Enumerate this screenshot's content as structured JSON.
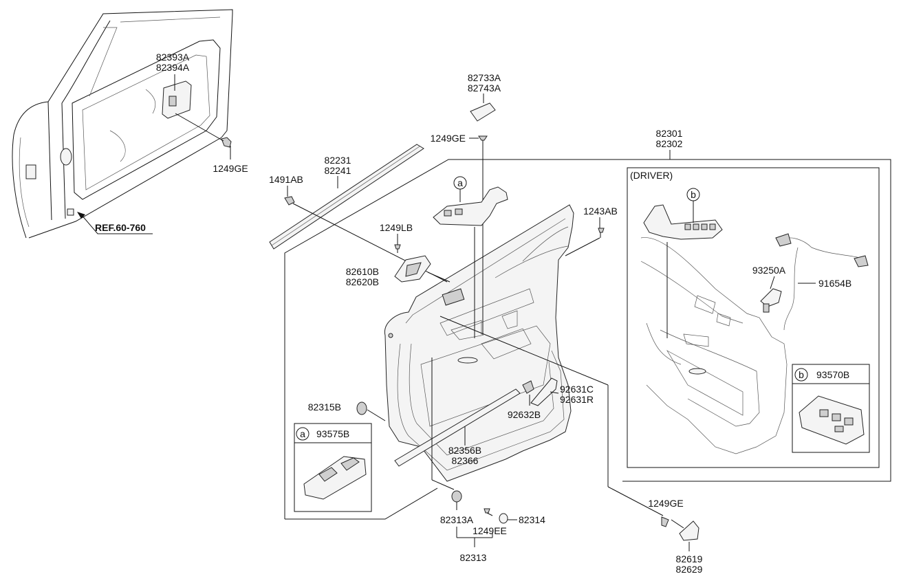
{
  "diagram": {
    "labels": {
      "p82393": [
        "82393A",
        "82394A"
      ],
      "p1249GE_top_left": "1249GE",
      "ref": "REF.60-760",
      "p82733": [
        "82733A",
        "82743A"
      ],
      "p1249GE_top": "1249GE",
      "p82231": [
        "82231",
        "82241"
      ],
      "p1491AB": "1491AB",
      "p1249LB": "1249LB",
      "p82610": [
        "82610B",
        "82620B"
      ],
      "p82301": [
        "82301",
        "82302"
      ],
      "p1243AB": "1243AB",
      "driver": "(DRIVER)",
      "p93250A": "93250A",
      "p91654B": "91654B",
      "p92631": [
        "92631C",
        "92631R"
      ],
      "p92632B": "92632B",
      "p82315B": "82315B",
      "p82356": [
        "82356B",
        "82366"
      ],
      "p82313A": "82313A",
      "p82314": "82314",
      "p1249EE": "1249EE",
      "p82313": "82313",
      "p1249GE_bottom": "1249GE",
      "p82619": [
        "82619",
        "82629"
      ]
    },
    "callouts": {
      "a": "a",
      "b": "b",
      "inset_a_letter": "a",
      "inset_a_part": "93575B",
      "inset_b_letter": "b",
      "inset_b_part": "93570B"
    }
  }
}
